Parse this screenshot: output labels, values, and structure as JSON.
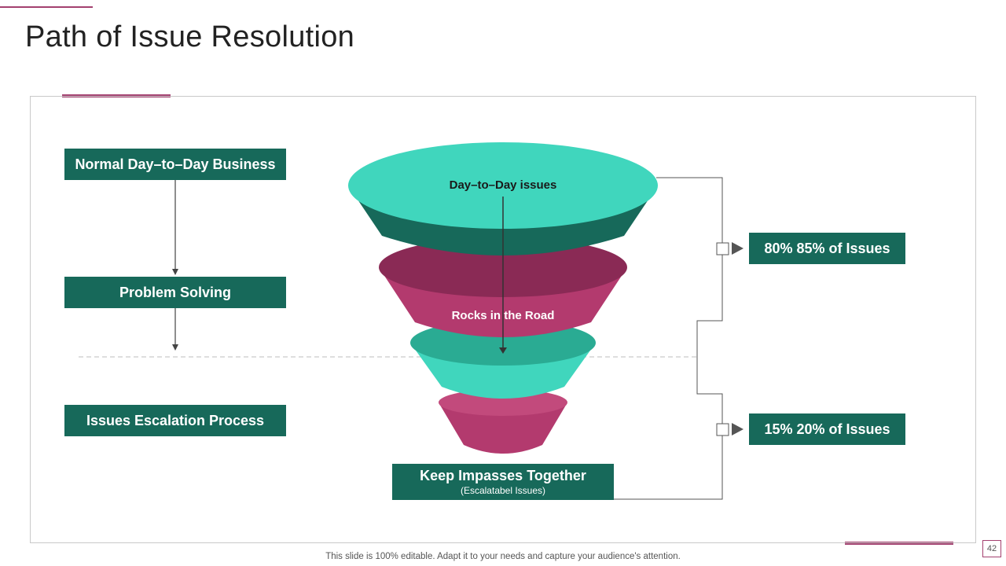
{
  "title": "Path of Issue Resolution",
  "left_steps": [
    {
      "label": "Normal Day–to–Day Business"
    },
    {
      "label": "Problem Solving"
    },
    {
      "label": "Issues Escalation Process"
    }
  ],
  "funnel": {
    "top_label": "Day–to–Day issues",
    "middle_label": "Rocks in the Road"
  },
  "bottom_box": {
    "label": "Keep Impasses Together",
    "sublabel": "(Escalatabel Issues)"
  },
  "right_stats": [
    {
      "label": "80% 85% of Issues"
    },
    {
      "label": "15% 20% of Issues"
    }
  ],
  "footer": "This slide is 100% editable. Adapt it to your needs and capture your audience's attention.",
  "page_number": "42",
  "colors": {
    "dark_green": "#17695a",
    "teal": "#40d6bd",
    "magenta": "#b33a6e",
    "dark_magenta": "#8a2a55",
    "accent": "#a3406f"
  }
}
